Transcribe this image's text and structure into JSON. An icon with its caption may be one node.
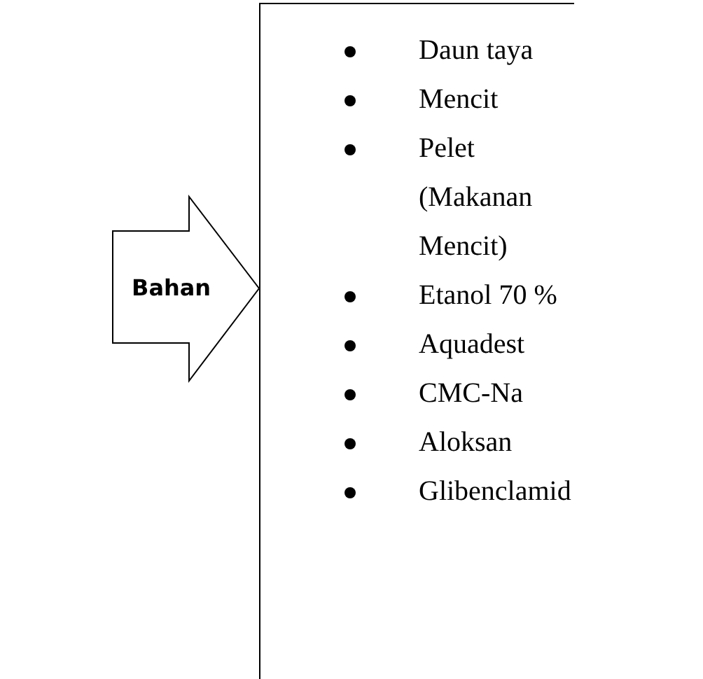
{
  "diagram": {
    "nodes": [
      {
        "text": [
          "Bahan"
        ]
      },
      {
        "text": [
          "Daun taya",
          "Mencit",
          "Pelet (Makanan Mencit)",
          "Etanol 70 %",
          "Aquadest",
          "CMC-Na",
          "Aloksan",
          "Glibenclamid"
        ]
      }
    ]
  }
}
